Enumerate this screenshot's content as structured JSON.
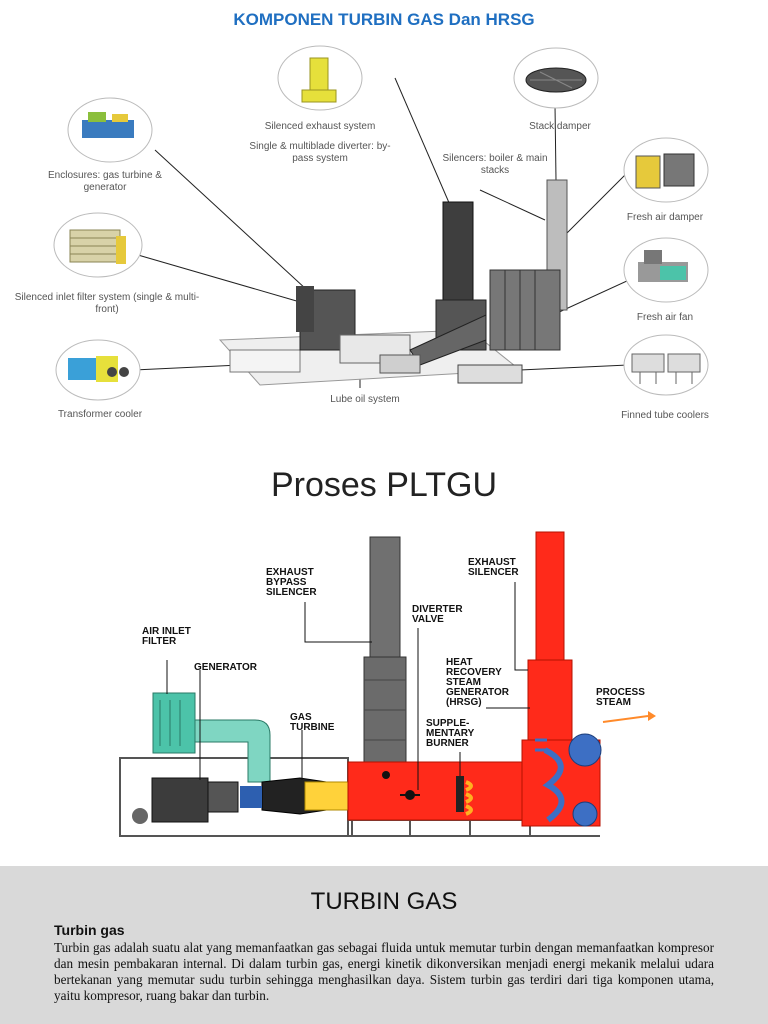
{
  "title": "KOMPONEN TURBIN GAS Dan HRSG",
  "components": {
    "enclosures": "Enclosures: gas turbine & generator",
    "silenced_exhaust": "Silenced exhaust system",
    "diverter": "Single & multiblade diverter: by-pass system",
    "stack_damper": "Stack damper",
    "silencers": "Silencers: boiler & main stacks",
    "fresh_air_damper": "Fresh air damper",
    "inlet_filter": "Silenced inlet filter system (single & multi-front)",
    "fresh_air_fan": "Fresh air fan",
    "transformer_cooler": "Transformer cooler",
    "lube_oil": "Lube oil system",
    "finned_tube": "Finned tube coolers"
  },
  "proses_title": "Proses PLTGU",
  "process_labels": {
    "exhaust_bypass": [
      "EXHAUST",
      "BYPASS",
      "SILENCER"
    ],
    "exhaust_silencer": [
      "EXHAUST",
      "SILENCER"
    ],
    "diverter_valve": [
      "DIVERTER",
      "VALVE"
    ],
    "air_inlet": [
      "AIR INLET",
      "FILTER"
    ],
    "generator": [
      "GENERATOR"
    ],
    "hrsg": [
      "HEAT",
      "RECOVERY",
      "STEAM",
      "GENERATOR",
      "(HRSG)"
    ],
    "process_steam": [
      "PROCESS",
      "STEAM"
    ],
    "gas_turbine": [
      "GAS",
      "TURBINE"
    ],
    "burner": [
      "SUPPLE-",
      "MENTARY",
      "BURNER"
    ]
  },
  "section": {
    "heading": "TURBIN GAS",
    "subheading": "Turbin gas",
    "body": "Turbin gas adalah suatu alat yang memanfaatkan gas sebagai fluida untuk memutar turbin dengan memanfaatkan kompresor dan mesin pembakaran internal. Di dalam turbin gas, energi kinetik dikonversikan menjadi energi mekanik melalui udara bertekanan yang memutar sudu turbin sehingga menghasilkan daya. Sistem turbin gas terdiri dari tiga komponen utama, yaitu kompresor, ruang bakar dan turbin."
  },
  "colors": {
    "title_blue": "#1f6fc1",
    "hot": "#ff2a1a",
    "stack_gray": "#6b6b6b",
    "inlet_teal": "#4cc3a9"
  }
}
